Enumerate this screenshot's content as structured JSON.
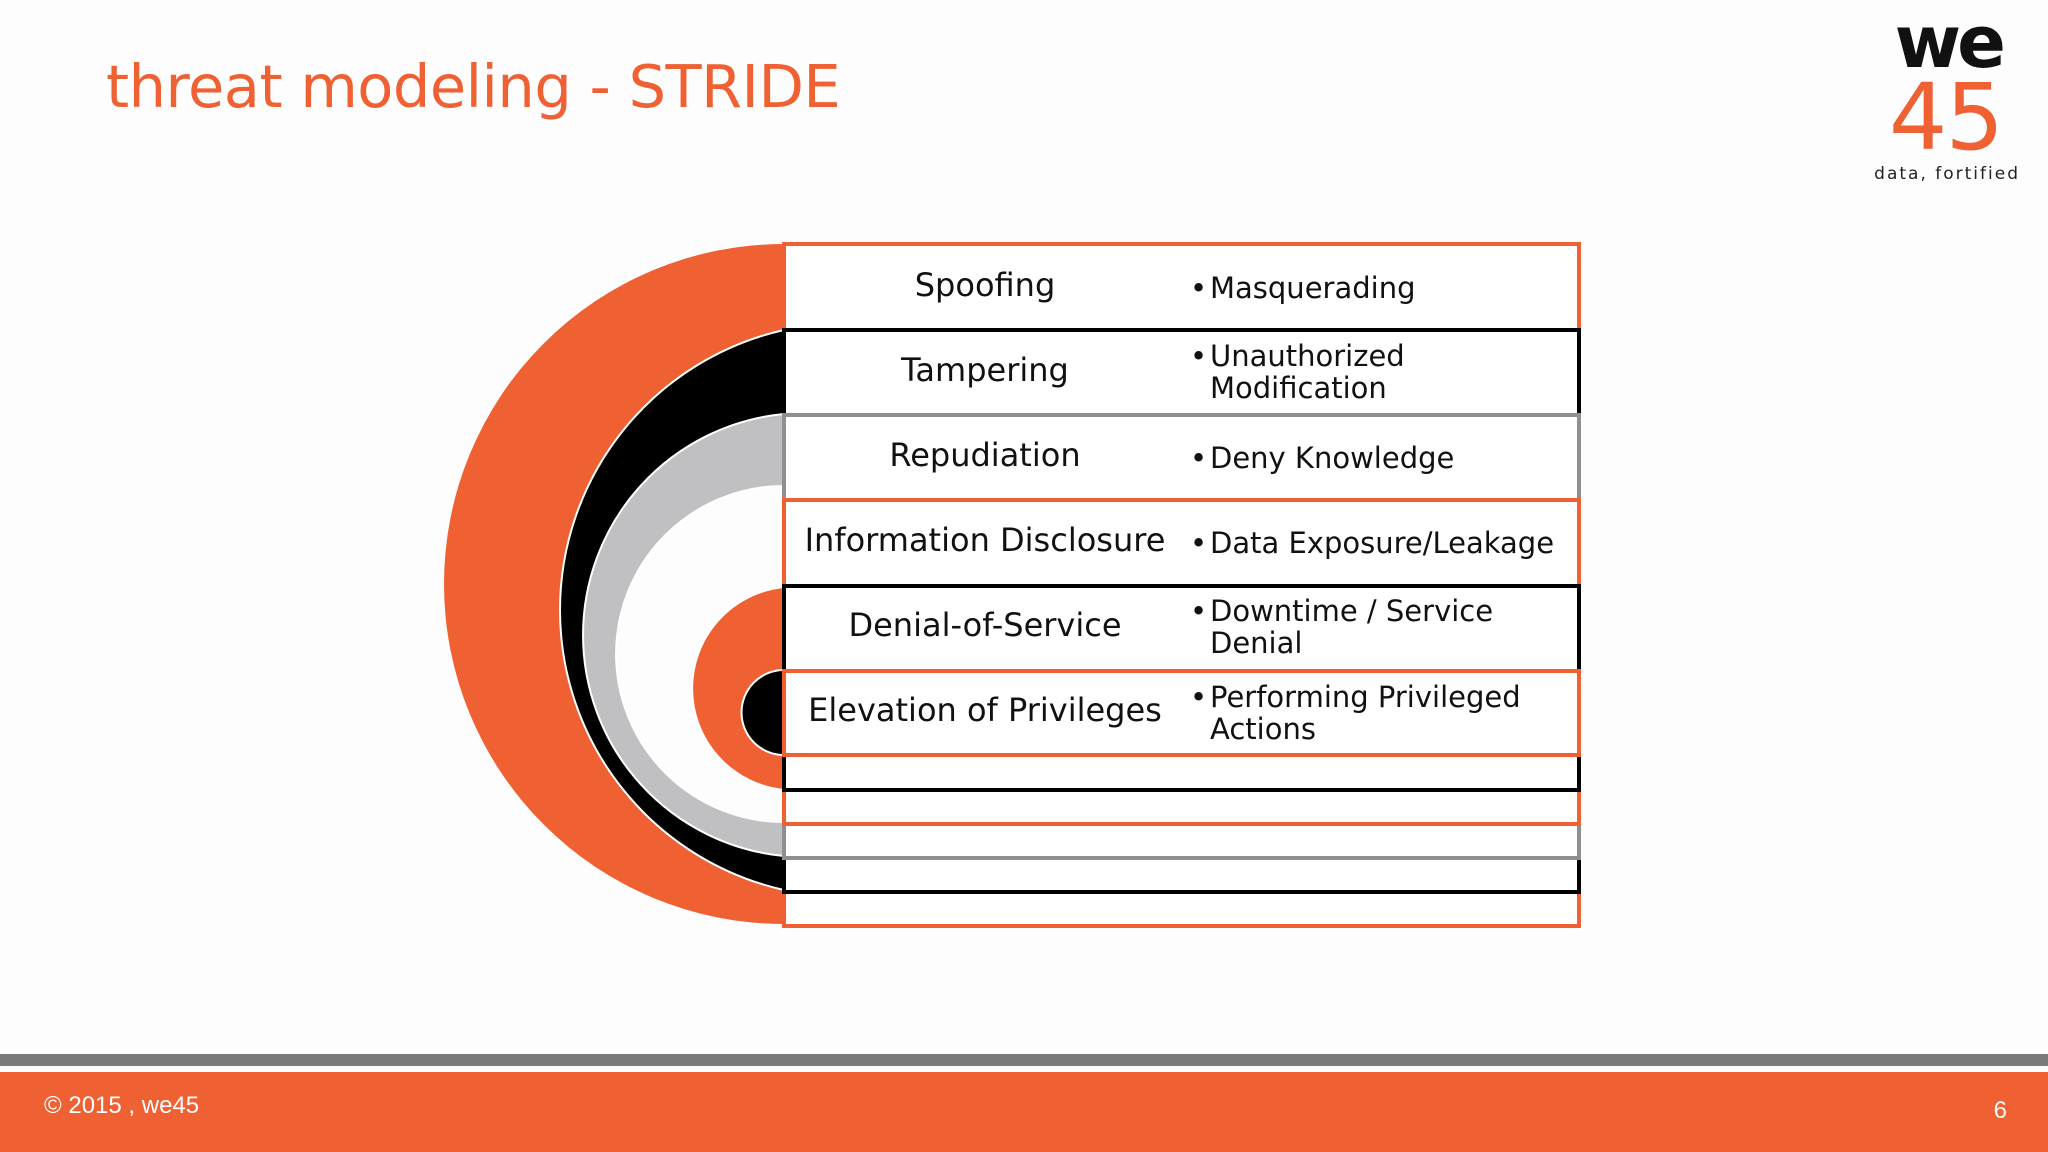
{
  "slide": {
    "title": "threat modeling - STRIDE",
    "page_number": "6"
  },
  "logo": {
    "top": "we",
    "bottom": "45",
    "tagline": "data, fortified"
  },
  "footer": {
    "copyright": "© 2015 , we45"
  },
  "colors": {
    "accent": "#ef6032",
    "black": "#000000",
    "gray": "#c0bfc2",
    "footer_line": "#7a7a7a"
  },
  "stride": [
    {
      "label": "Spoofing",
      "bullet": "•",
      "desc": "Masquerading"
    },
    {
      "label": "Tampering",
      "bullet": "•",
      "desc": "Unauthorized Modification"
    },
    {
      "label": "Repudiation",
      "bullet": "•",
      "desc": "Deny Knowledge"
    },
    {
      "label": "Information Disclosure",
      "bullet": "•",
      "desc": "Data Exposure/Leakage"
    },
    {
      "label": "Denial-of-Service",
      "bullet": "•",
      "desc": "Downtime / Service Denial"
    },
    {
      "label": "Elevation of Privileges",
      "bullet": "•",
      "desc": "Performing Privileged Actions"
    }
  ]
}
